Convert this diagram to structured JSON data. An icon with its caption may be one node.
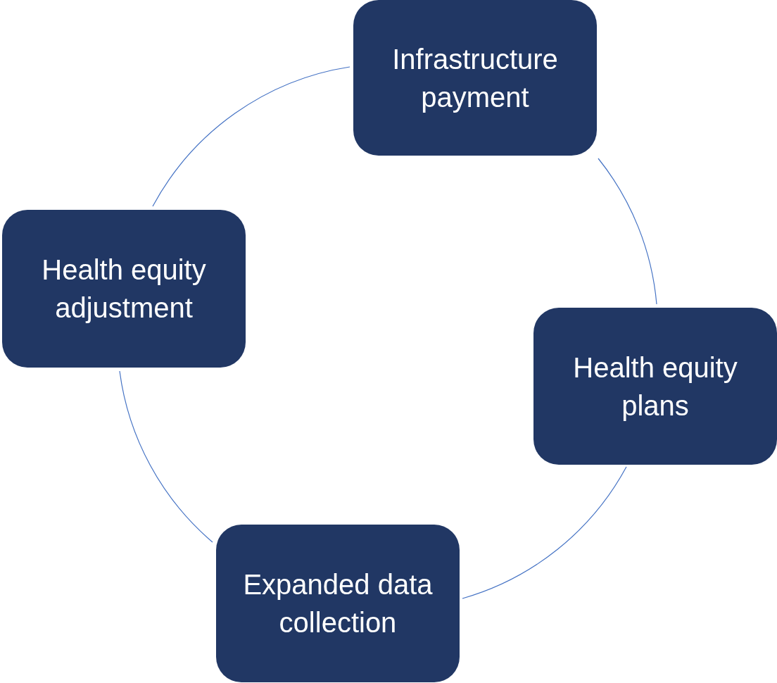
{
  "diagram": {
    "nodes": [
      {
        "text": [
          "Infrastructure payment"
        ]
      },
      {
        "text": [
          "Health equity adjustment"
        ]
      },
      {
        "text": [
          "Health equity plans"
        ]
      },
      {
        "text": [
          "Expanded data collection"
        ]
      }
    ],
    "edges": [
      {
        "from": 0,
        "to": 2,
        "arrow": "none"
      },
      {
        "from": 2,
        "to": 3,
        "arrow": "none"
      },
      {
        "from": 3,
        "to": 1,
        "arrow": "none"
      },
      {
        "from": 1,
        "to": 0,
        "arrow": "none"
      }
    ]
  }
}
